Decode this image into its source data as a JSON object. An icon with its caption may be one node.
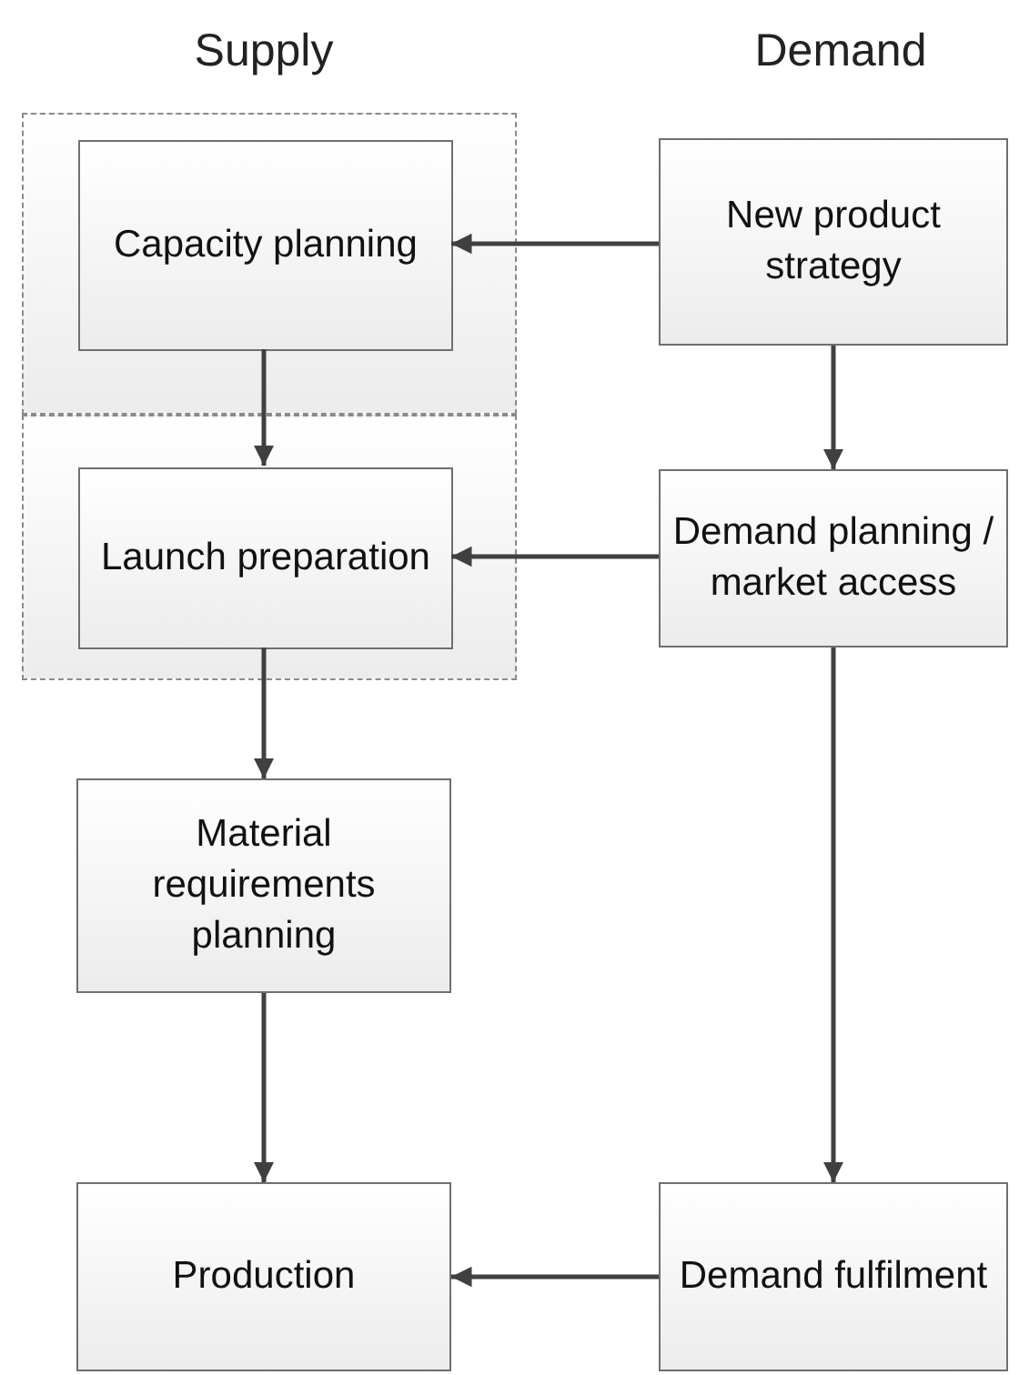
{
  "diagram": {
    "nodes": [
      {
        "text": [],
        "shape": "box"
      },
      {
        "text": [
          "Capacity planning"
        ],
        "in": 0
      },
      {
        "text": [],
        "shape": "box"
      },
      {
        "text": [
          "Launch preparation"
        ],
        "in": 2
      },
      {
        "text": [
          "New product strategy"
        ]
      },
      {
        "text": [
          "Demand planning / market access"
        ]
      },
      {
        "text": [
          "Material requirements planning"
        ]
      },
      {
        "text": [
          "Production"
        ]
      },
      {
        "text": [
          "Demand fulfilment"
        ]
      }
    ],
    "edges": [
      {
        "from": 4,
        "to": 1,
        "arrow": "to"
      },
      {
        "from": 1,
        "to": 3,
        "arrow": "to"
      },
      {
        "from": 4,
        "to": 5,
        "arrow": "to"
      },
      {
        "from": 5,
        "to": 3,
        "arrow": "to"
      },
      {
        "from": 3,
        "to": 6,
        "arrow": "to"
      },
      {
        "from": 6,
        "to": 7,
        "arrow": "to"
      },
      {
        "from": 5,
        "to": 8,
        "arrow": "to"
      },
      {
        "from": 8,
        "to": 7,
        "arrow": "to"
      }
    ],
    "labels": [
      "Supply",
      "Demand"
    ]
  }
}
